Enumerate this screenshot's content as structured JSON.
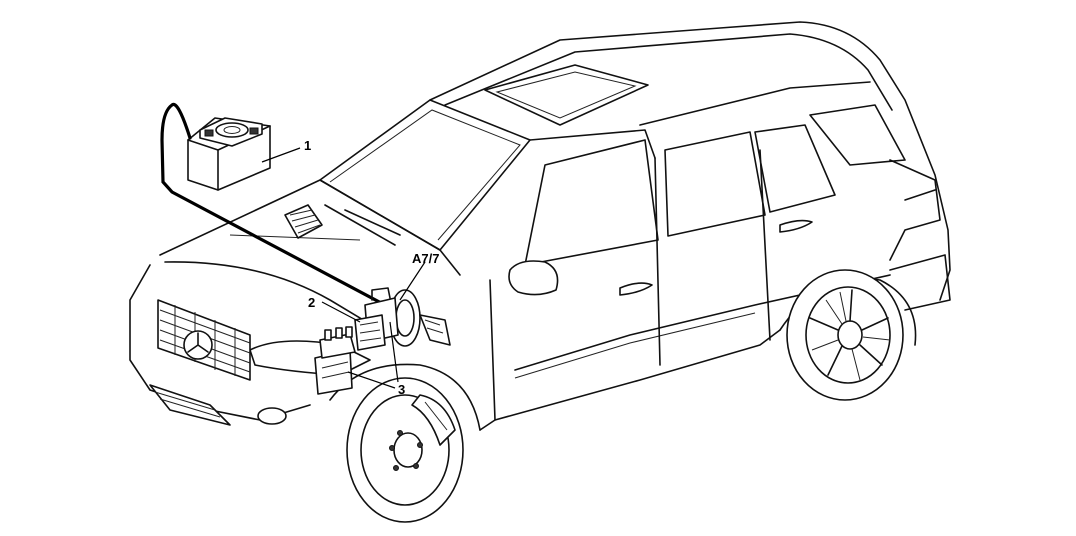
{
  "callouts": {
    "c1": "1",
    "c2": "2",
    "c3": "3",
    "a77": "A7/7"
  }
}
